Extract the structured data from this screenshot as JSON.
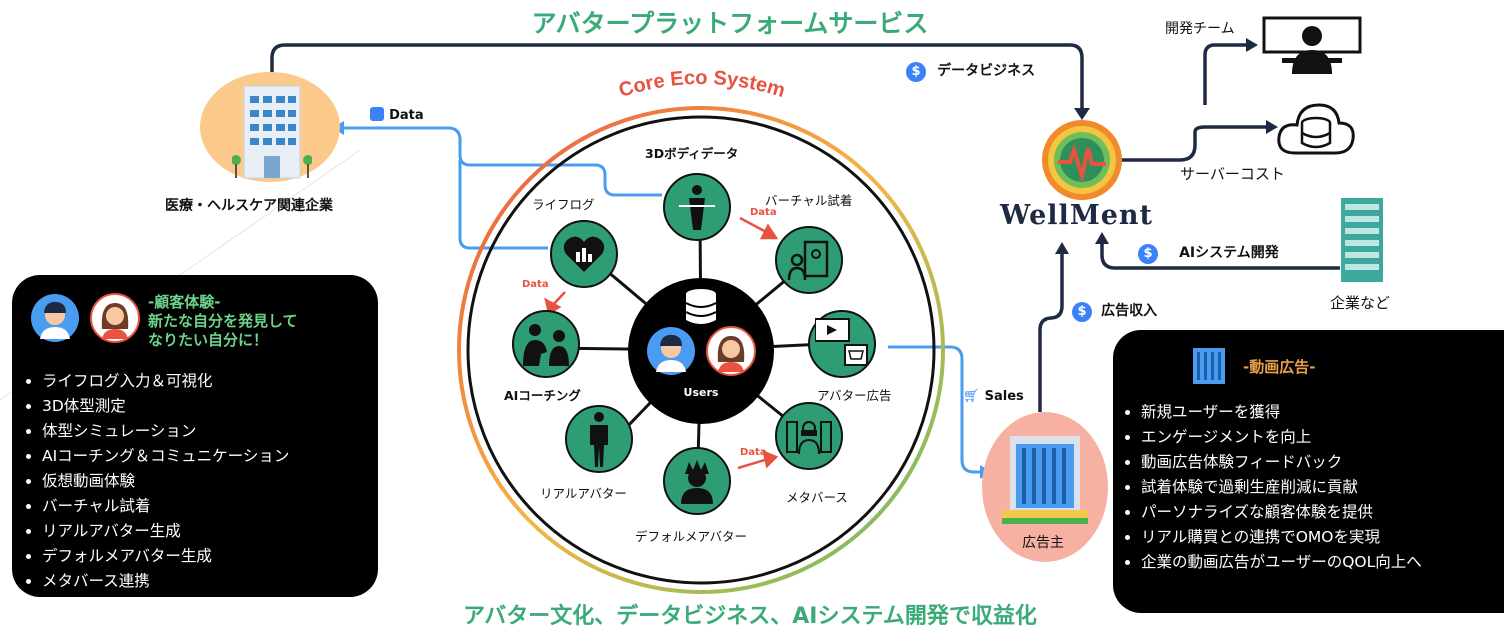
{
  "titles": {
    "top": "アバタープラットフォームサービス",
    "bottom": "アバター文化、データビジネス、AIシステム開発で収益化"
  },
  "core": {
    "label": "Core Eco System",
    "center_label": "Users",
    "nodes": {
      "body_data": "3Dボディデータ",
      "virtual_fitting": "バーチャル試着",
      "avatar_ad": "アバター広告",
      "metaverse": "メタバース",
      "default_avatar": "デフォルメアバター",
      "real_avatar": "リアルアバター",
      "ai_coaching": "AIコーチング",
      "lifelog": "ライフログ"
    },
    "data_tag": "Data"
  },
  "left": {
    "medical_company": "医療・ヘルスケア関連企業",
    "data_flow": "Data"
  },
  "brand": {
    "name": "WellMent"
  },
  "flows": {
    "data_business": "データビジネス",
    "server_cost": "サーバーコスト",
    "dev_team": "開発チーム",
    "ai_system": "AIシステム開発",
    "companies": "企業など",
    "ad_revenue": "広告収入",
    "sales": "Sales",
    "advertiser": "広告主"
  },
  "customer_panel": {
    "header_line1": "-顧客体験-",
    "header_line2": "新たな自分を発見して",
    "header_line3": "なりたい自分に！",
    "items": [
      "ライフログ入力＆可視化",
      "3D体型測定",
      "体型シミュレーション",
      "AIコーチング＆コミュニケーション",
      "仮想動画体験",
      "バーチャル試着",
      "リアルアバター生成",
      "デフォルメアバター生成",
      "メタバース連携"
    ]
  },
  "ad_panel": {
    "header": "-動画広告-",
    "items": [
      "新規ユーザーを獲得",
      "エンゲージメントを向上",
      "動画広告体験フィードバック",
      "試着体験で過剰生産削減に貢献",
      "パーソナライズな顧客体験を提供",
      "リアル購買との連携でOMOを実現",
      "企業の動画広告がユーザーのQOL向上へ"
    ]
  },
  "colors": {
    "green": "#3aaa78",
    "node": "#2e9d74",
    "blue_flow": "#4a9cf0",
    "dark_flow": "#1e2a44",
    "accent_red": "#e8523f"
  }
}
